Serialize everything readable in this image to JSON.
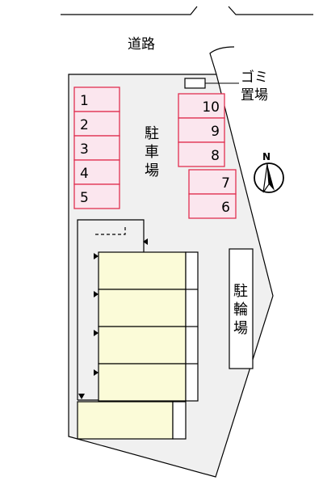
{
  "road": {
    "label": "道路"
  },
  "garbage": {
    "label_line1": "ゴミ",
    "label_line2": "置場"
  },
  "parking": {
    "label_chars": [
      "駐",
      "車",
      "場"
    ],
    "left_spaces": [
      "1",
      "2",
      "3",
      "4",
      "5"
    ],
    "right_upper_spaces": [
      "10",
      "9",
      "8"
    ],
    "right_lower_spaces": [
      "7",
      "6"
    ]
  },
  "bicycle_parking": {
    "label_chars": [
      "駐",
      "輪",
      "場"
    ]
  },
  "compass": {
    "north_label": "N"
  },
  "colors": {
    "site_fill": "#f0f0f0",
    "space_fill": "#fbe6ee",
    "space_border": "#e03050",
    "building_fill": "#fbfbd8",
    "line": "#000000"
  }
}
